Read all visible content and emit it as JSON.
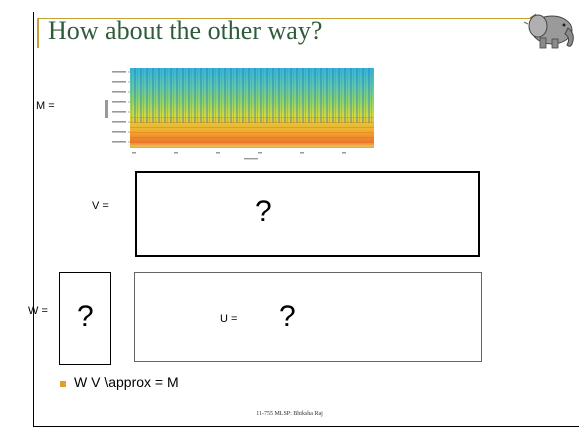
{
  "slide": {
    "title": "How about the other way?",
    "matrices": {
      "m_label": "M =",
      "v_label": "V =",
      "w_label": "W =",
      "u_label": "U ="
    },
    "unknowns": {
      "v": "?",
      "w": "?",
      "u": "?"
    },
    "bullet": "W V \\approx = M",
    "footer": "11-755 MLSP: Bhiksha Raj"
  },
  "colors": {
    "title": "#2e5c3a",
    "title_rule": "#c8a038",
    "bullet": "#e0a030"
  }
}
